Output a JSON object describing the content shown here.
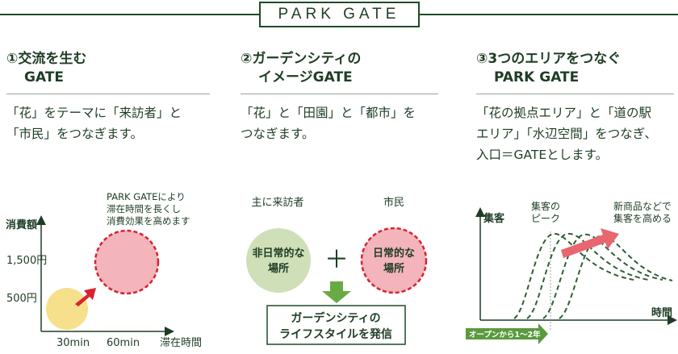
{
  "banner": {
    "title": "PARK GATE"
  },
  "sections": [
    {
      "num": "①",
      "head_line1": "交流を生む",
      "head_line2": "GATE",
      "body_line1": "「花」をテーマに「来訪者」と",
      "body_line2": "「市民」をつなぎます。",
      "body_line3": ""
    },
    {
      "num": "②",
      "head_line1": "ガーデンシティの",
      "head_line2": "イメージGATE",
      "body_line1": "「花」と「田園」と「都市」を",
      "body_line2": "つなぎます。",
      "body_line3": ""
    },
    {
      "num": "③",
      "head_line1": "3つのエリアをつなぐ",
      "head_line2": "PARK GATE",
      "body_line1": "「花の拠点エリア」と「道の駅",
      "body_line2": "エリア」「水辺空間」をつなぎ、",
      "body_line3": "入口＝GATEとします。"
    }
  ],
  "diagram1": {
    "y_label": "消費額",
    "x_label": "滞在時間",
    "y_ticks": [
      "1,500円",
      "500円"
    ],
    "x_ticks": [
      "30min",
      "60min"
    ],
    "annotation_line1": "PARK GATEにより",
    "annotation_line2": "滞在時間を長くし",
    "annotation_line3": "消費効果を高めます",
    "colors": {
      "small_circle": "#f6e08c",
      "large_circle": "#f3b4bb",
      "arrow": "#d8232f",
      "large_border": "#d8232f"
    }
  },
  "diagram2": {
    "left_caption": "主に来訪者",
    "right_caption": "市民",
    "left_circle_line1": "非日常的な",
    "left_circle_line2": "場所",
    "right_circle_line1": "日常的な",
    "right_circle_line2": "場所",
    "plus": "＋",
    "result_line1": "ガーデンシティの",
    "result_line2": "ライフスタイルを発信",
    "colors": {
      "left_circle": "#cfe0b8",
      "right_circle": "#f3b4bb",
      "right_border": "#d8232f",
      "arrow": "#6aaa45"
    }
  },
  "diagram3": {
    "y_label": "集客",
    "x_label": "時間",
    "peak_label_line1": "集客の",
    "peak_label_line2": "ピーク",
    "trend_label_line1": "新商品などで",
    "trend_label_line2": "集客を高める",
    "period_label": "オープンから1～2年",
    "colors": {
      "curves": "#2f5f38",
      "trend_arrow": "#e8666f",
      "period_arrow": "#5a9a3e"
    }
  }
}
